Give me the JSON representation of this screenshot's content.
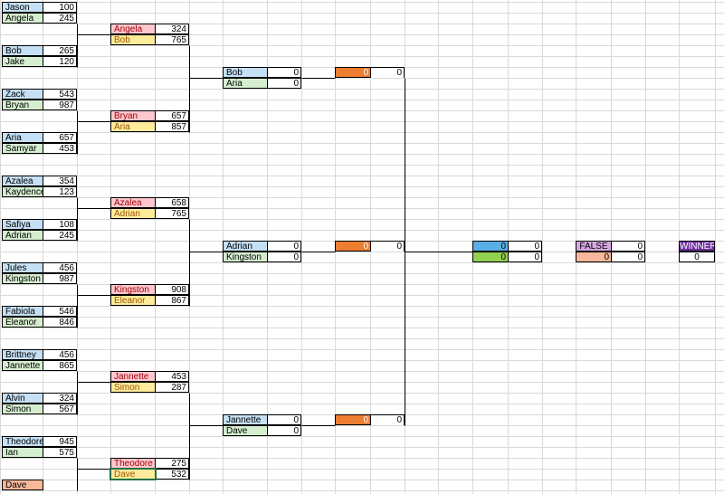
{
  "colors": {
    "blue": "#c5e0f4",
    "green": "#d5eed0",
    "pink": "#ffc7ce",
    "yellow": "#ffeb9c",
    "orange": "#ed7d31",
    "bright_blue": "#5aaee6",
    "bright_green": "#92d050",
    "lavender": "#d7a9e3",
    "salmon": "#f8b89a",
    "purple": "#7030a0",
    "pink_text": "#9c0006",
    "yellow_text": "#9c5700"
  },
  "round1": [
    [
      "Jason",
      "100"
    ],
    [
      "Angela",
      "245"
    ],
    [
      "Bob",
      "265"
    ],
    [
      "Jake",
      "120"
    ],
    [
      "Zack",
      "543"
    ],
    [
      "Bryan",
      "987"
    ],
    [
      "Aria",
      "657"
    ],
    [
      "Samyar",
      "453"
    ],
    [
      "Azalea",
      "354"
    ],
    [
      "Kaydence",
      "123"
    ],
    [
      "Safiya",
      "108"
    ],
    [
      "Adrian",
      "245"
    ],
    [
      "Jules",
      "456"
    ],
    [
      "Kingston",
      "987"
    ],
    [
      "Fabiola",
      "546"
    ],
    [
      "Eleanor",
      "846"
    ],
    [
      "Brittney",
      "456"
    ],
    [
      "Jannette",
      "865"
    ],
    [
      "Alvin",
      "324"
    ],
    [
      "Simon",
      "567"
    ],
    [
      "Theodore",
      "945"
    ],
    [
      "Ian",
      "575"
    ],
    [
      "Dave",
      ""
    ]
  ],
  "round2": [
    [
      "Angela",
      "324"
    ],
    [
      "Bob",
      "765"
    ],
    [
      "Bryan",
      "657"
    ],
    [
      "Aria",
      "857"
    ],
    [
      "Azalea",
      "658"
    ],
    [
      "Adrian",
      "765"
    ],
    [
      "Kingston",
      "908"
    ],
    [
      "Eleanor",
      "867"
    ],
    [
      "Jannette",
      "453"
    ],
    [
      "Simon",
      "287"
    ],
    [
      "Theodore",
      "275"
    ],
    [
      "Dave",
      "532"
    ]
  ],
  "round3": [
    [
      "Bob",
      "0"
    ],
    [
      "Aria",
      "0"
    ],
    [
      "Adrian",
      "0"
    ],
    [
      "Kingston",
      "0"
    ],
    [
      "Jannette",
      "0"
    ],
    [
      "Dave",
      "0"
    ]
  ],
  "round4": [
    [
      "0",
      "0"
    ],
    [
      "0",
      "0"
    ],
    [
      "0",
      "0"
    ]
  ],
  "round5": [
    [
      "0",
      "0"
    ],
    [
      "0",
      "0"
    ]
  ],
  "round6": [
    [
      "FALSE",
      "0"
    ],
    [
      "0",
      "0"
    ]
  ],
  "winner": {
    "label": "WINNER",
    "score": "0"
  }
}
